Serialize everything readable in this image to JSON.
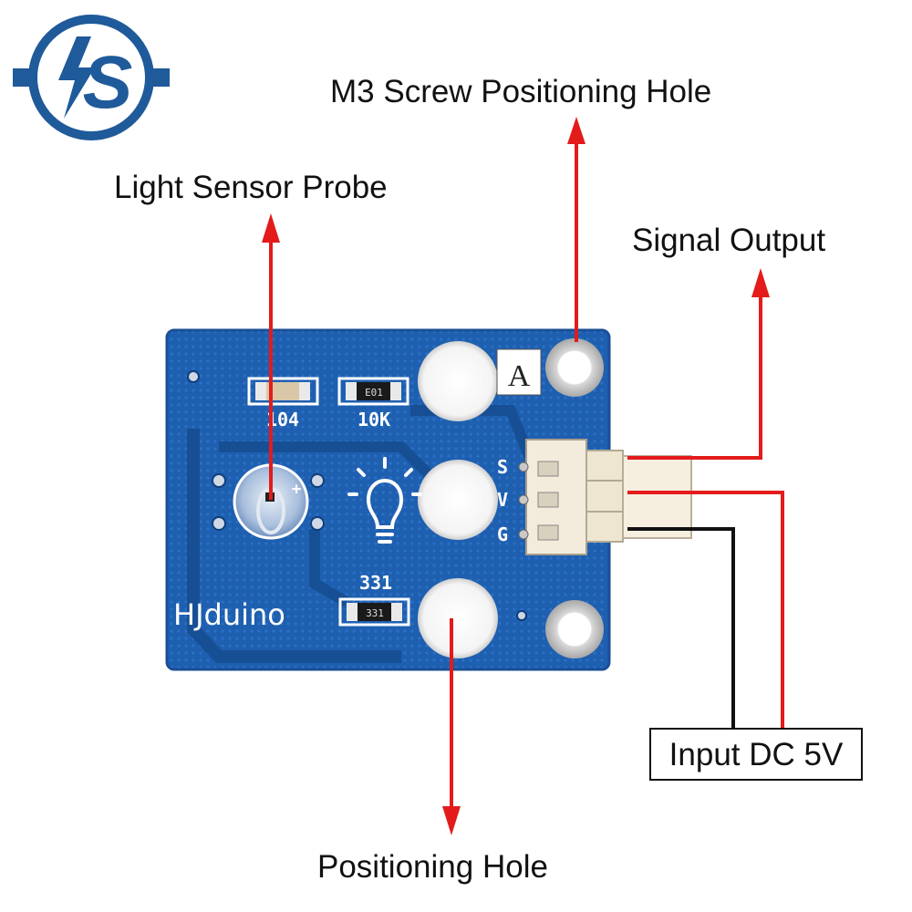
{
  "logo": {
    "text": "S"
  },
  "labels": {
    "screw_hole": "M3 Screw Positioning Hole",
    "light_probe": "Light Sensor Probe",
    "signal_output": "Signal Output",
    "input_dc": "Input DC 5V",
    "positioning_hole": "Positioning Hole"
  },
  "board": {
    "silkscreen": {
      "cap": "104",
      "res1": "10K",
      "res1_chip": "E01",
      "res2": "331",
      "res2_chip": "331",
      "brand": "HJduino",
      "corner_mark": "A",
      "pin_s": "S",
      "pin_v": "V",
      "pin_g": "G",
      "plus": "+"
    }
  },
  "colors": {
    "board": "#1f63b5",
    "arrow": "#e31b1b",
    "ground_wire": "#111111",
    "logo": "#1f5a9a"
  }
}
